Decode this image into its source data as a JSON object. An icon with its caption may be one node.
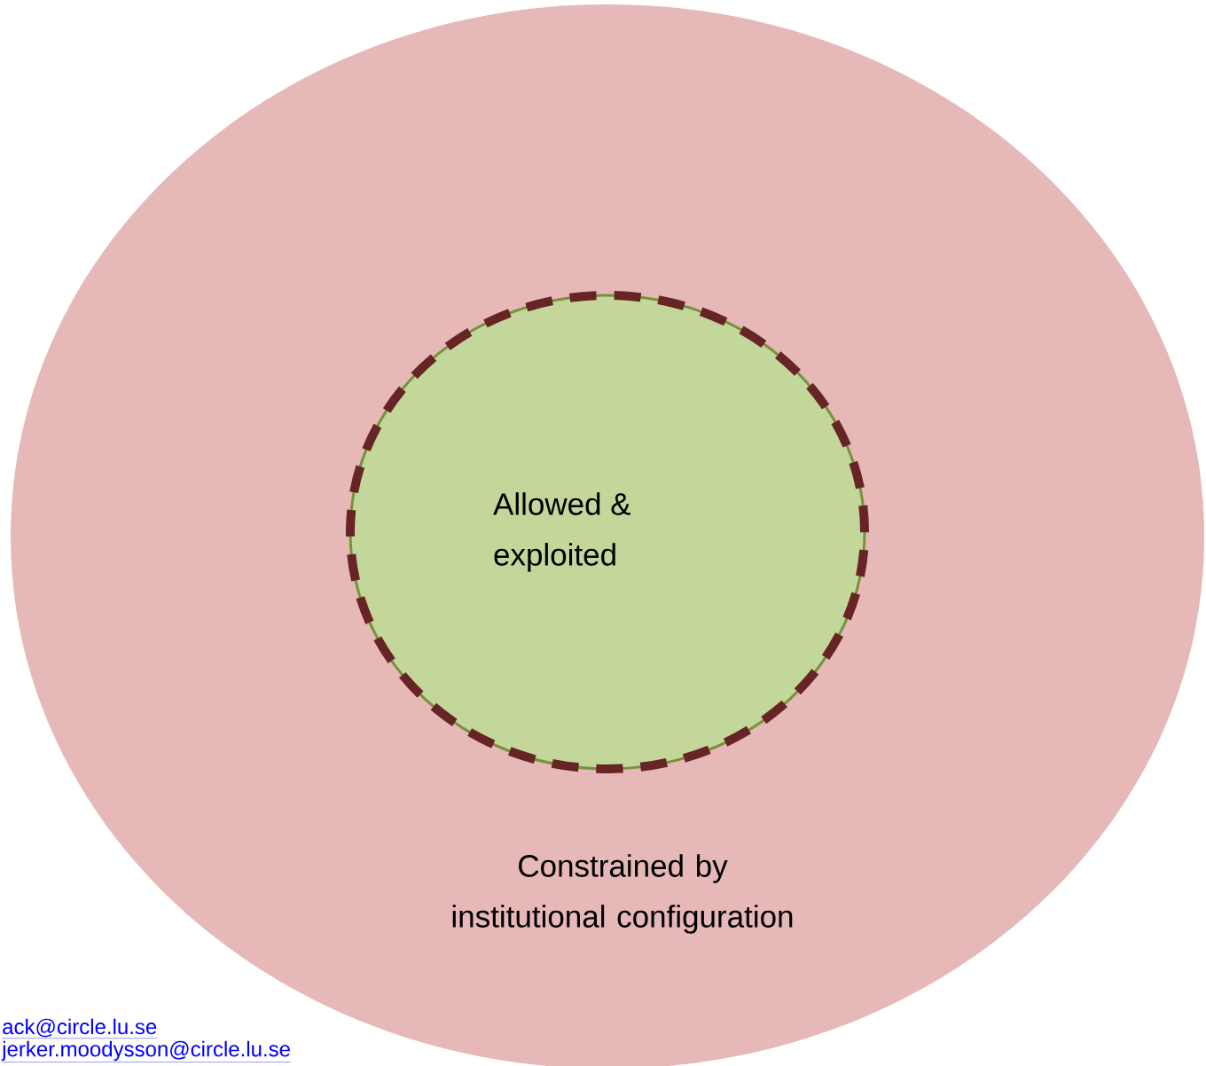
{
  "diagram": {
    "nodes": [
      {
        "text": [
          "Constrained by institutional configuration"
        ]
      },
      {
        "text": [
          "Allowed & exploited"
        ],
        "in": 0
      }
    ],
    "labels": [
      "ack@circle.lu.se",
      "jerker.moodysson@circle.lu.se"
    ]
  }
}
